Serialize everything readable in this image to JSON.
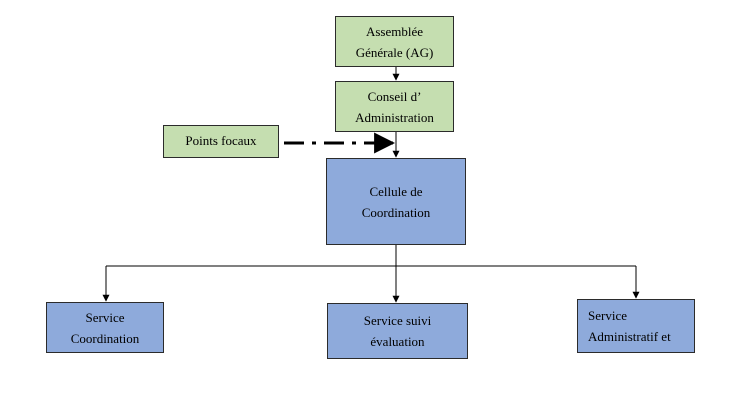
{
  "colors": {
    "green_fill": "#c5deb0",
    "blue_fill": "#8eaadb",
    "border": "#2b2b2b",
    "line": "#000000"
  },
  "nodes": {
    "ag": {
      "line1": "Assemblée",
      "line2": "Générale (AG)"
    },
    "ca": {
      "line1": "Conseil d’",
      "line2": "Administration"
    },
    "points_focaux": {
      "label": "Points focaux"
    },
    "cellule": {
      "line1": "Cellule de",
      "line2": "Coordination"
    },
    "service_coordination": {
      "line1": "Service",
      "line2": "Coordination"
    },
    "service_suivi": {
      "line1": "Service suivi",
      "line2": "évaluation"
    },
    "service_admin": {
      "line1": "Service",
      "line2": "Administratif et"
    }
  },
  "edges": [
    {
      "from": "ag",
      "to": "ca",
      "style": "solid-arrow"
    },
    {
      "from": "ca",
      "to": "cellule",
      "style": "solid-arrow"
    },
    {
      "from": "points_focaux",
      "to": "ca-cellule-link",
      "style": "dash-dot-arrow"
    },
    {
      "from": "cellule",
      "to": "service_coordination",
      "style": "solid-arrow"
    },
    {
      "from": "cellule",
      "to": "service_suivi",
      "style": "solid-arrow"
    },
    {
      "from": "cellule",
      "to": "service_admin",
      "style": "solid-arrow"
    }
  ]
}
